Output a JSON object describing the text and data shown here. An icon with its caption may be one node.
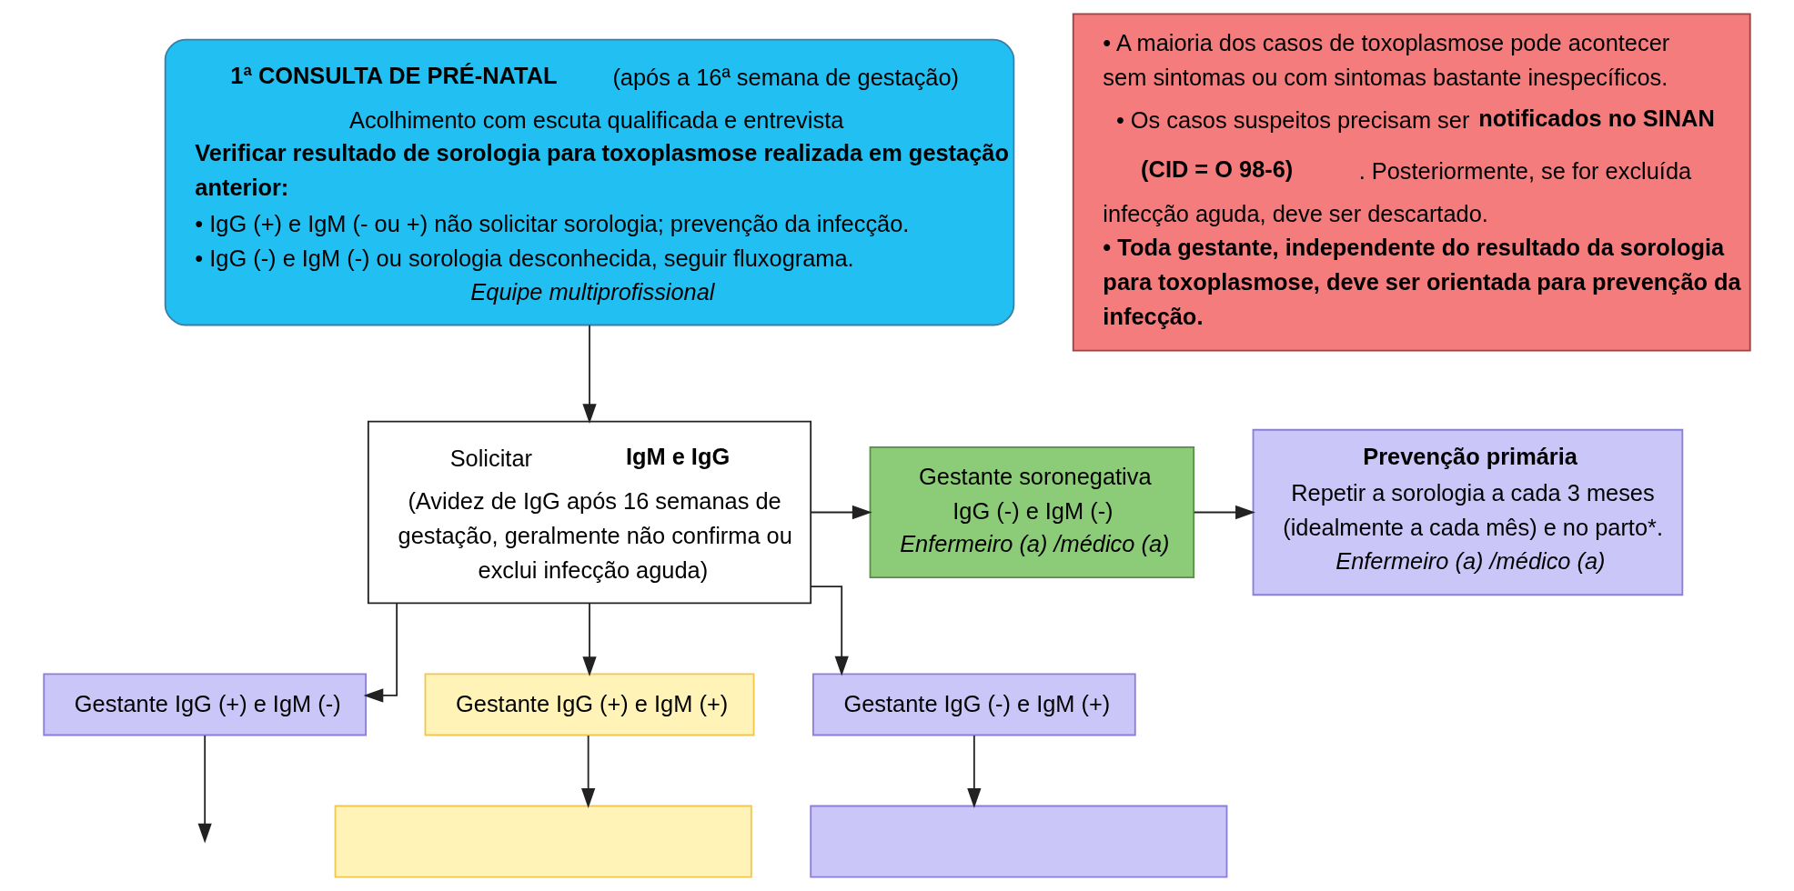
{
  "diagram": {
    "nodes": [
      {
        "text": [
          "**1ª CONSULTA DE PRÉ-NATAL** (após a 16ª semana de gestação)",
          "Acolhimento com escuta qualificada e entrevista",
          "Verificar resultado de sorologia para toxoplasmose realizada em gestação anterior:",
          "• IgG (+) e IgM (- ou +) não solicitar sorologia; prevenção da infecção.",
          "• IgG (-) e IgM (-) ou sorologia desconhecida, seguir fluxograma.",
          "Equipe multiprofissional"
        ]
      },
      {
        "text": [
          "• A maioria dos casos de toxoplasmose pode acontecer sem sintomas ou com sintomas bastante inespecíficos.",
          "• Os casos suspeitos precisam ser **notificados no SINAN (CID = O 98-6)**. Posteriormente, se for excluída infecção aguda, deve ser descartado.",
          "• Toda gestante, independente do resultado da sorologia para toxoplasmose, deve ser orientada para prevenção da infecção."
        ]
      },
      {
        "text": [
          "Solicitar **IgM e IgG**",
          "(Avidez de IgG após 16 semanas de gestação, geralmente não confirma ou exclui infecção aguda)"
        ]
      },
      {
        "text": [
          "Gestante soronegativa",
          "IgG (-) e IgM (-)",
          "Enfermeiro (a) /médico (a)"
        ]
      },
      {
        "text": [
          "Prevenção primária",
          "Repetir a sorologia a cada 3 meses (idealmente a cada mês) e no parto*.",
          "Enfermeiro (a) /médico (a)"
        ]
      },
      {
        "text": [
          "Gestante IgG (+) e IgM (+)"
        ]
      },
      {
        "text": [
          "Gestante IgG (-) e IgM (+)"
        ]
      },
      {
        "text": [
          "Gestante IgG (+) e IgM (-)"
        ]
      },
      {
        "text": [],
        "shape": "box"
      },
      {
        "text": [],
        "shape": "box"
      }
    ],
    "edges": [
      {
        "from": 0,
        "to": 2,
        "arrow": "to"
      },
      {
        "from": 2,
        "to": 3,
        "arrow": "to"
      },
      {
        "from": 2,
        "to": 7,
        "arrow": "to"
      },
      {
        "from": 2,
        "to": 5,
        "arrow": "to"
      },
      {
        "from": 2,
        "to": 6,
        "arrow": "to"
      },
      {
        "from": 3,
        "to": 4,
        "arrow": "to"
      },
      {
        "from": 5,
        "to": 8,
        "arrow": "to"
      },
      {
        "from": 6,
        "to": 9,
        "arrow": "to"
      },
      {
        "from": 7,
        "to": null,
        "arrow": "to"
      }
    ]
  }
}
